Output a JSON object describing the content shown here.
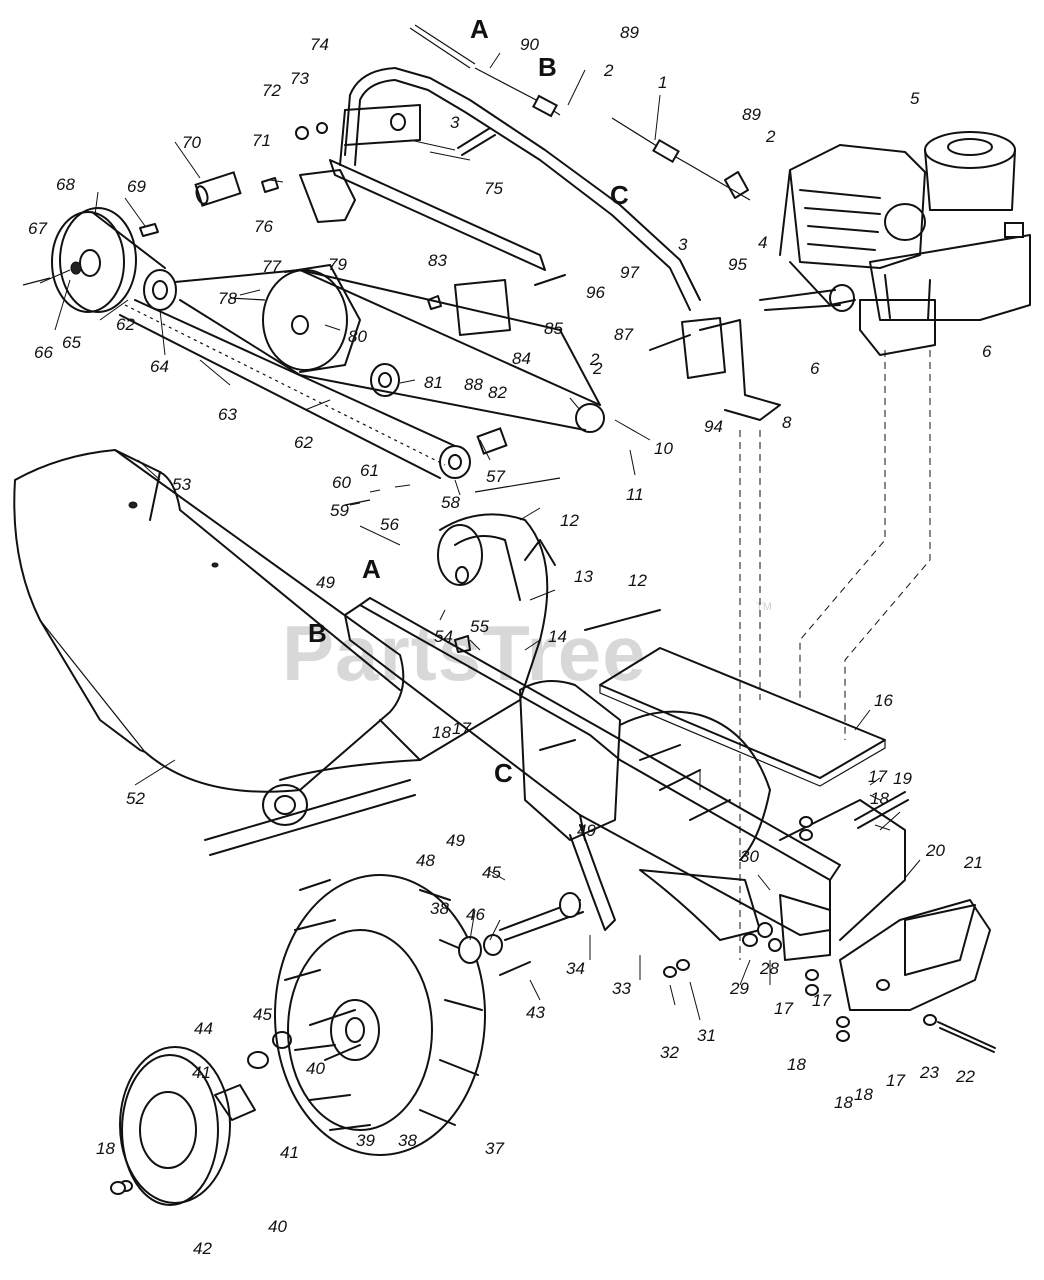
{
  "watermark": {
    "text": "PartsTree",
    "trademark": "TM"
  },
  "reference_letters": [
    {
      "id": "A-top",
      "text": "A"
    },
    {
      "id": "B-top",
      "text": "B"
    },
    {
      "id": "C-top",
      "text": "C"
    },
    {
      "id": "A-frame",
      "text": "A"
    },
    {
      "id": "B-frame",
      "text": "B"
    },
    {
      "id": "C-frame",
      "text": "C"
    }
  ],
  "callouts": [
    "1",
    "2",
    "2",
    "2",
    "2",
    "3",
    "3",
    "4",
    "5",
    "6",
    "6",
    "8",
    "10",
    "11",
    "12",
    "12",
    "13",
    "14",
    "16",
    "17",
    "17",
    "17",
    "17",
    "17",
    "18",
    "18",
    "18",
    "18",
    "18",
    "18",
    "19",
    "20",
    "21",
    "22",
    "23",
    "28",
    "29",
    "30",
    "31",
    "32",
    "33",
    "34",
    "37",
    "38",
    "38",
    "39",
    "40",
    "40",
    "41",
    "41",
    "42",
    "43",
    "44",
    "45",
    "45",
    "46",
    "48",
    "49",
    "49",
    "49",
    "52",
    "53",
    "54",
    "55",
    "56",
    "57",
    "58",
    "59",
    "60",
    "61",
    "62",
    "62",
    "63",
    "64",
    "65",
    "66",
    "67",
    "68",
    "69",
    "70",
    "71",
    "72",
    "73",
    "74",
    "75",
    "76",
    "77",
    "78",
    "79",
    "80",
    "81",
    "82",
    "83",
    "84",
    "85",
    "87",
    "88",
    "89",
    "89",
    "90",
    "94",
    "95",
    "96",
    "97"
  ],
  "colors": {
    "line": "#111111",
    "background": "#ffffff",
    "watermark": "#d8d8d8"
  }
}
